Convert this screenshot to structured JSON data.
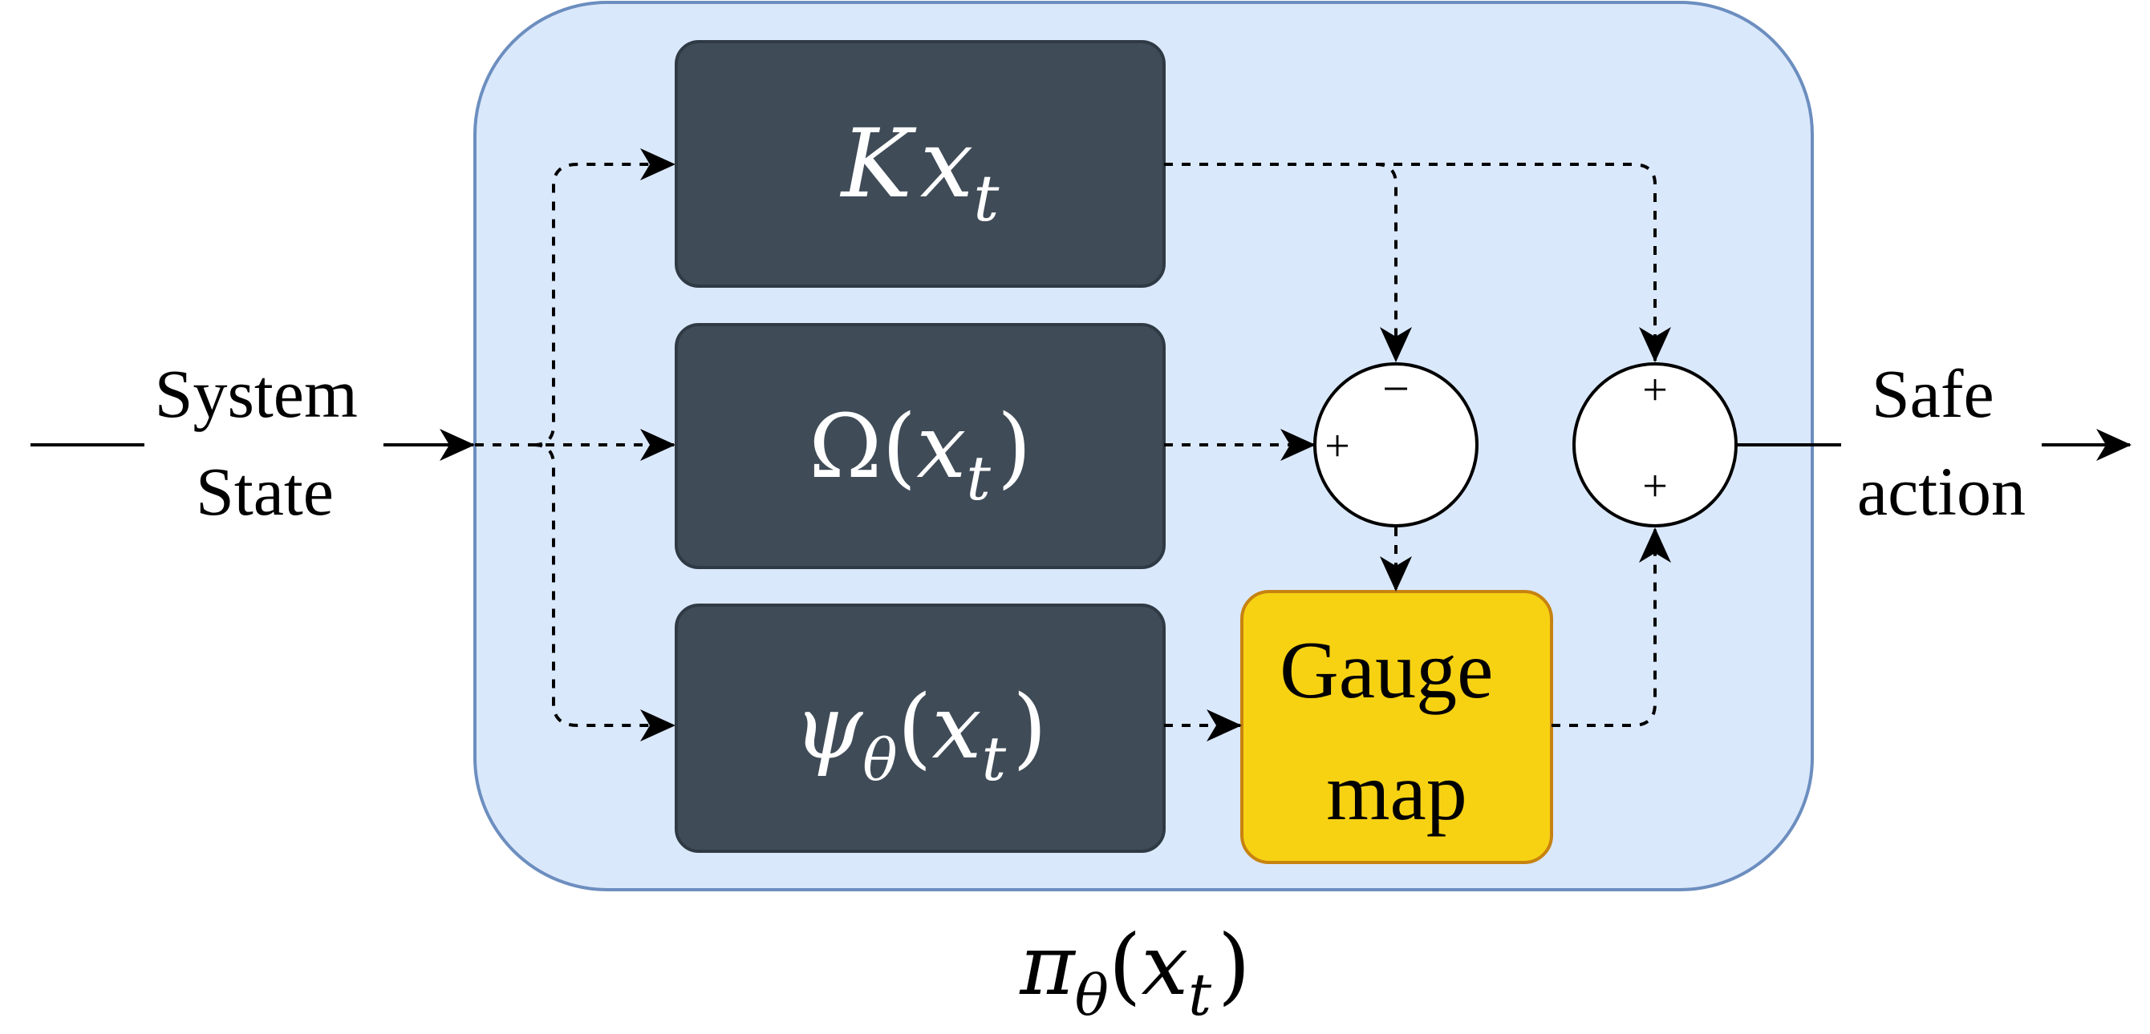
{
  "inputs": {
    "system_state": [
      "System",
      "State"
    ]
  },
  "outputs": {
    "safe_action": [
      "Safe",
      "action"
    ]
  },
  "blocks": {
    "k_block": {
      "symbol": "K",
      "var": "x",
      "sub": "t"
    },
    "omega_block": {
      "symbol": "Ω",
      "open": "(",
      "var": "x",
      "sub": "t",
      "close": ")"
    },
    "psi_block": {
      "symbol": "ψ",
      "sym_sub": "θ",
      "open": "(",
      "var": "x",
      "sub": "t",
      "close": ")"
    },
    "gauge_block": [
      "Gauge",
      "map"
    ]
  },
  "summing_junctions": {
    "left": {
      "top_sign": "−",
      "left_sign": "+"
    },
    "right": {
      "top_sign": "+",
      "bottom_sign": "+"
    }
  },
  "policy_label": {
    "symbol": "π",
    "sym_sub": "θ",
    "open": "(",
    "var": "x",
    "sub": "t",
    "close": ")"
  },
  "colors": {
    "policy_fill": "#dae8fc",
    "policy_stroke": "#6c8ebf",
    "dark_block_fill": "#3f4b57",
    "dark_block_stroke": "#2f3a44",
    "gauge_fill": "#f7d213",
    "gauge_stroke": "#c78310",
    "line": "#000000",
    "block_text": "#ffffff"
  }
}
